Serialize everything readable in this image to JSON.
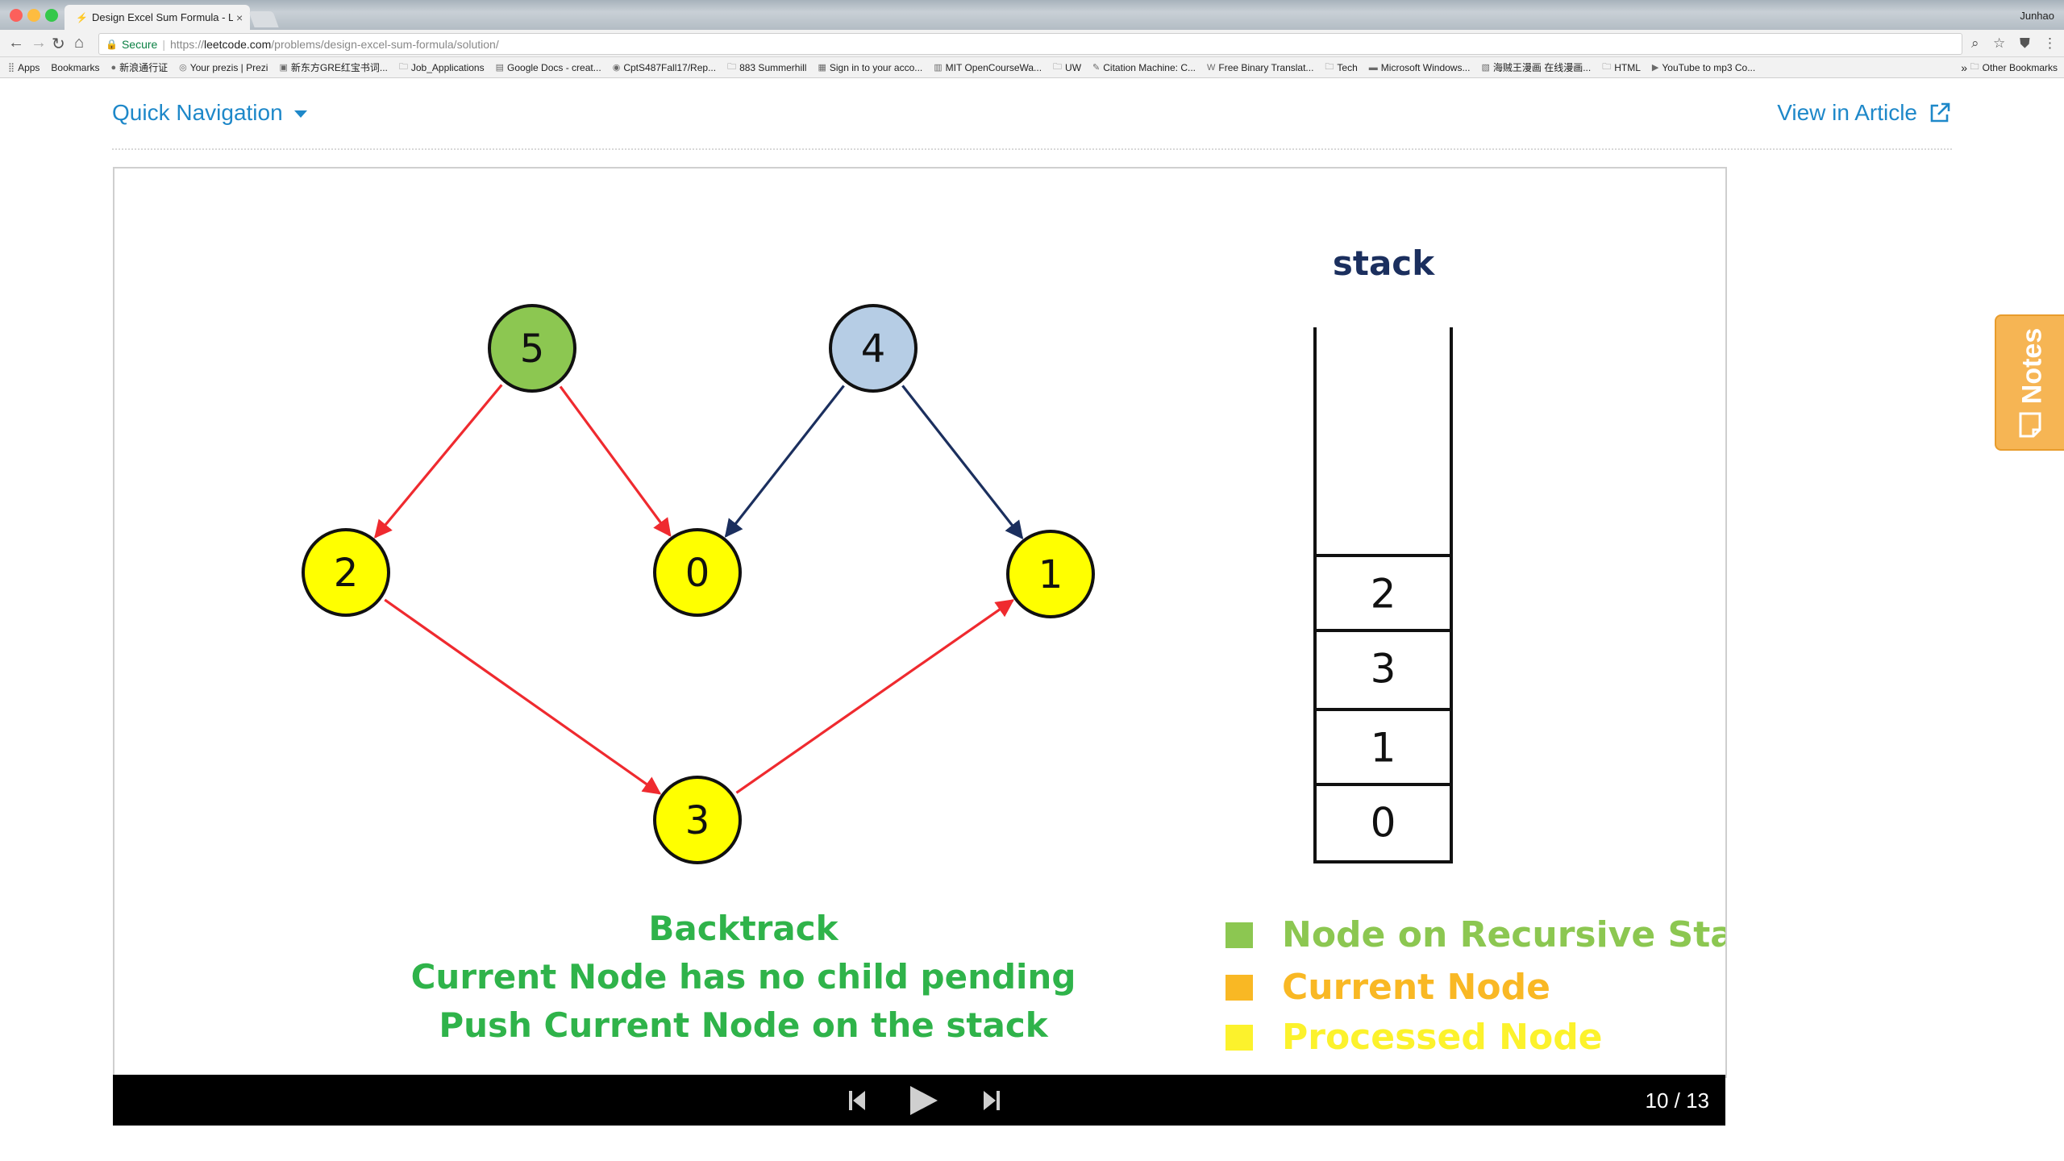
{
  "browser": {
    "tab_title": "Design Excel Sum Formula - Le",
    "tab_close": "×",
    "profile": "Junhao",
    "secure_label": "Secure",
    "url_scheme": "https://",
    "url_host": "leetcode.com",
    "url_path": "/problems/design-excel-sum-formula/solution/",
    "bookmarks": [
      {
        "icon": "apps-icon",
        "label": "Apps"
      },
      {
        "icon": "",
        "label": "Bookmarks"
      },
      {
        "icon": "weibo-icon",
        "label": "新浪通行证"
      },
      {
        "icon": "prezi-icon",
        "label": "Your prezis | Prezi"
      },
      {
        "icon": "page-icon",
        "label": "新东方GRE红宝书词..."
      },
      {
        "icon": "folder-icon",
        "label": "Job_Applications"
      },
      {
        "icon": "docs-icon",
        "label": "Google Docs - creat..."
      },
      {
        "icon": "github-icon",
        "label": "CptS487Fall17/Rep..."
      },
      {
        "icon": "folder-icon",
        "label": "883 Summerhill"
      },
      {
        "icon": "microsoft-icon",
        "label": "Sign in to your acco..."
      },
      {
        "icon": "mit-icon",
        "label": "MIT OpenCourseWa..."
      },
      {
        "icon": "folder-icon",
        "label": "UW"
      },
      {
        "icon": "citation-icon",
        "label": "Citation Machine: C..."
      },
      {
        "icon": "w-icon",
        "label": "Free Binary Translat..."
      },
      {
        "icon": "folder-icon",
        "label": "Tech"
      },
      {
        "icon": "msn-icon",
        "label": "Microsoft Windows..."
      },
      {
        "icon": "manga-icon",
        "label": "海贼王漫画 在线漫画..."
      },
      {
        "icon": "folder-icon",
        "label": "HTML"
      },
      {
        "icon": "youtube-icon",
        "label": "YouTube to mp3 Co..."
      }
    ],
    "more_bookmarks": "»",
    "other_bookmarks": "Other Bookmarks"
  },
  "page": {
    "quick_nav": "Quick Navigation",
    "view_article": "View in Article",
    "notes": "Notes"
  },
  "slide": {
    "nodes": [
      {
        "id": "5",
        "state": "recursive"
      },
      {
        "id": "4",
        "state": "unvisited"
      },
      {
        "id": "2",
        "state": "processed"
      },
      {
        "id": "0",
        "state": "processed"
      },
      {
        "id": "1",
        "state": "processed"
      },
      {
        "id": "3",
        "state": "processed"
      }
    ],
    "edges": [
      {
        "from": "5",
        "to": "2",
        "color": "red"
      },
      {
        "from": "5",
        "to": "0",
        "color": "red"
      },
      {
        "from": "4",
        "to": "0",
        "color": "navy"
      },
      {
        "from": "4",
        "to": "1",
        "color": "navy"
      },
      {
        "from": "2",
        "to": "3",
        "color": "red"
      },
      {
        "from": "3",
        "to": "1",
        "color": "red"
      }
    ],
    "stack_title": "stack",
    "stack_items": [
      "2",
      "3",
      "1",
      "0"
    ],
    "caption": [
      "Backtrack",
      "Current Node has no child pending",
      "Push Current Node on the stack"
    ],
    "legend": [
      {
        "label": "Node on Recursive Stack",
        "color": "#8cc751"
      },
      {
        "label": "Current Node",
        "color": "#f9b824"
      },
      {
        "label": "Processed Node",
        "color": "#fcf22c"
      }
    ]
  },
  "colors": {
    "recursive": "#8cc751",
    "unvisited": "#b6cde5",
    "processed": "#ffff00",
    "edge_red": "#ef2a2f",
    "edge_navy": "#1b2f5e",
    "link": "#1e88c9"
  },
  "player": {
    "page": "10 / 13"
  }
}
